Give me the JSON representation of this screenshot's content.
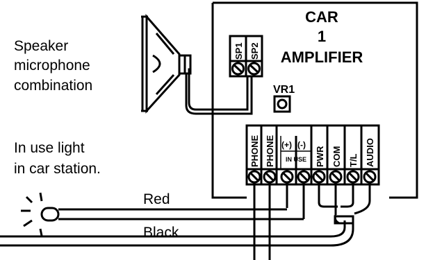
{
  "labels": {
    "amplifier_line1": "CAR",
    "amplifier_line2": "1",
    "amplifier_line3": "AMPLIFIER",
    "speaker_line1": "Speaker",
    "speaker_line2": "microphone",
    "speaker_line3": "combination",
    "light_line1": "In use light",
    "light_line2": "in car station.",
    "vr1": "VR1",
    "sp1": "SP1",
    "sp2": "SP2",
    "wire_red": "Red",
    "wire_black": "Black"
  },
  "terminals": {
    "phone1": "PHONE",
    "phone2": "PHONE",
    "in_use_plus": "(+)",
    "in_use_minus": "(-)",
    "in_use": "IN USE",
    "pwr": "PWR",
    "com": "COM",
    "tl": "T/L",
    "audio": "AUDIO"
  }
}
